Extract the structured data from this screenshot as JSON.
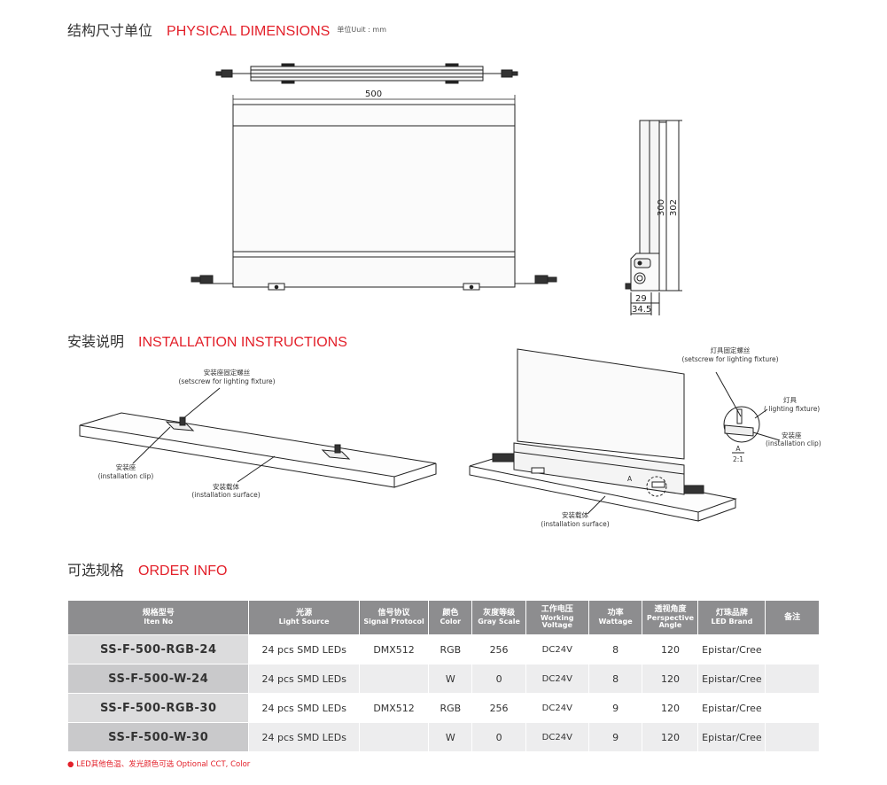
{
  "sections": {
    "dimensions": {
      "cn": "结构尺寸单位",
      "en": "PHYSICAL DIMENSIONS",
      "unit": "单位Uuit : mm"
    },
    "installation": {
      "cn": "安装说明",
      "en": "INSTALLATION INSTRUCTIONS"
    },
    "order": {
      "cn": "可选规格",
      "en": "ORDER INFO"
    }
  },
  "dimension_labels": {
    "width": "500",
    "height_inner": "300",
    "height_outer": "302",
    "depth_inner": "29",
    "depth_outer": "34.5"
  },
  "install_labels": {
    "setscrew_fixture_cn": "安装座固定螺丝",
    "setscrew_fixture_en": "(setscrew for lighting fixture)",
    "clip_cn": "安装座",
    "clip_en": "(installation clip)",
    "surface_cn": "安装载体",
    "surface_en": "(installation surface)",
    "setscrew_cn": "灯具固定螺丝",
    "setscrew_en": "(setscrew for lighting fixture)",
    "fixture_cn": "灯具",
    "fixture_en": "( lighting fixture)",
    "detail_letter": "A",
    "detail_scale": "2:1",
    "callout": "A"
  },
  "table": {
    "headers": [
      {
        "cn": "规格型号",
        "en": "Iten No"
      },
      {
        "cn": "光源",
        "en": "Light Source"
      },
      {
        "cn": "信号协议",
        "en": "Signal Protocol"
      },
      {
        "cn": "颜色",
        "en": "Color"
      },
      {
        "cn": "灰度等级",
        "en": "Gray Scale"
      },
      {
        "cn": "工作电压",
        "en": "Working Voltage"
      },
      {
        "cn": "功率",
        "en": "Wattage"
      },
      {
        "cn": "透视角度",
        "en": "Perspective Angle"
      },
      {
        "cn": "灯珠品牌",
        "en": "LED Brand"
      },
      {
        "cn": "备注",
        "en": ""
      }
    ],
    "rows": [
      {
        "model": "SS-F-500-RGB-24",
        "source": "24 pcs SMD LEDs",
        "protocol": "DMX512",
        "color": "RGB",
        "gray": "256",
        "voltage": "DC24V",
        "wattage": "8",
        "angle": "120",
        "brand": "Epistar/Cree",
        "note": ""
      },
      {
        "model": "SS-F-500-W-24",
        "source": "24 pcs SMD LEDs",
        "protocol": "",
        "color": "W",
        "gray": "0",
        "voltage": "DC24V",
        "wattage": "8",
        "angle": "120",
        "brand": "Epistar/Cree",
        "note": ""
      },
      {
        "model": "SS-F-500-RGB-30",
        "source": "24 pcs SMD LEDs",
        "protocol": "DMX512",
        "color": "RGB",
        "gray": "256",
        "voltage": "DC24V",
        "wattage": "9",
        "angle": "120",
        "brand": "Epistar/Cree",
        "note": ""
      },
      {
        "model": "SS-F-500-W-30",
        "source": "24 pcs SMD LEDs",
        "protocol": "",
        "color": "W",
        "gray": "0",
        "voltage": "DC24V",
        "wattage": "9",
        "angle": "120",
        "brand": "Epistar/Cree",
        "note": ""
      }
    ]
  },
  "note": "● LED其他色温、发光颜色可选  Optional CCT, Color",
  "colors": {
    "accent": "#e3202a",
    "header": "#8d8d8f"
  }
}
